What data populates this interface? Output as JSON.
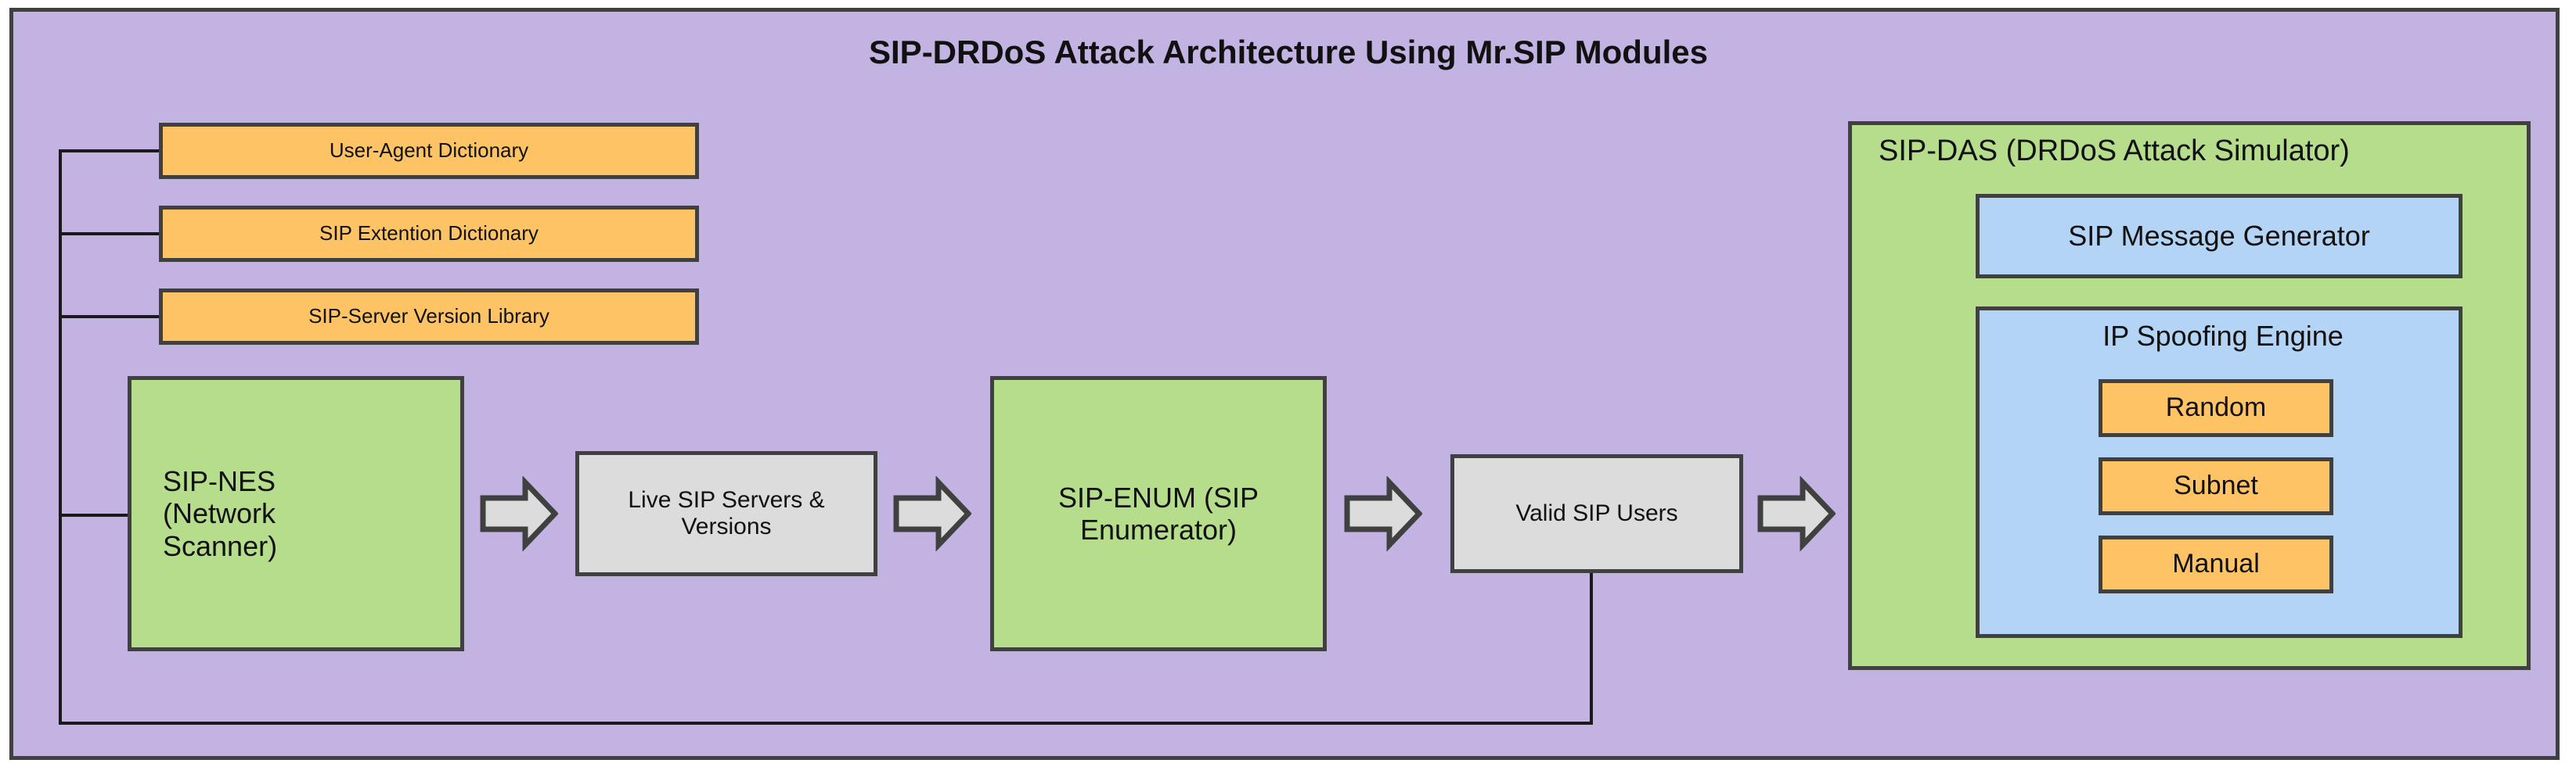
{
  "diagram": {
    "title": "SIP-DRDoS Attack Architecture Using Mr.SIP Modules",
    "colors": {
      "background_purple": "#c3b3e3",
      "module_green": "#b5dd8c",
      "dictionary_orange": "#fdc364",
      "engine_blue": "#b3d4f5",
      "data_grey": "#dcdcdc",
      "stroke_dark": "#404040",
      "wire_black": "#1a1a1a"
    },
    "inputs": [
      {
        "id": "user-agent-dictionary",
        "label": "User-Agent Dictionary"
      },
      {
        "id": "sip-extention-dictionary",
        "label": "SIP Extention Dictionary"
      },
      {
        "id": "sip-server-version-library",
        "label": "SIP-Server Version Library"
      }
    ],
    "pipeline": [
      {
        "id": "sip-nes",
        "label": "SIP-NES (Network Scanner)",
        "kind": "module"
      },
      {
        "id": "live-sip-servers-versions",
        "label": "Live SIP Servers & Versions",
        "kind": "data"
      },
      {
        "id": "sip-enum",
        "label": "SIP-ENUM (SIP Enumerator)",
        "kind": "module"
      },
      {
        "id": "valid-sip-users",
        "label": "Valid SIP Users",
        "kind": "data"
      },
      {
        "id": "sip-das",
        "label": "SIP-DAS (DRDoS Attack Simulator)",
        "kind": "module"
      }
    ],
    "nodes": {
      "sip_nes_line_1": "SIP-NES",
      "sip_nes_line_2": "(Network",
      "sip_nes_line_3": "Scanner)",
      "live_servers_line_1": "Live SIP Servers &",
      "live_servers_line_2": "Versions",
      "sip_enum_line_1": "SIP-ENUM (SIP",
      "sip_enum_line_2": "Enumerator)",
      "valid_users": "Valid SIP Users"
    },
    "sip_das": {
      "label": "SIP-DAS (DRDoS Attack Simulator)",
      "message_generator": "SIP Message Generator",
      "ip_spoofing_engine": {
        "label": "IP Spoofing Engine",
        "modes": [
          "Random",
          "Subnet",
          "Manual"
        ]
      }
    },
    "arrows": {
      "a1": "arrow-sip-nes-to-live-servers",
      "a2": "arrow-live-servers-to-sip-enum",
      "a3": "arrow-sip-enum-to-valid-users",
      "a4": "arrow-valid-users-to-sip-das"
    }
  }
}
